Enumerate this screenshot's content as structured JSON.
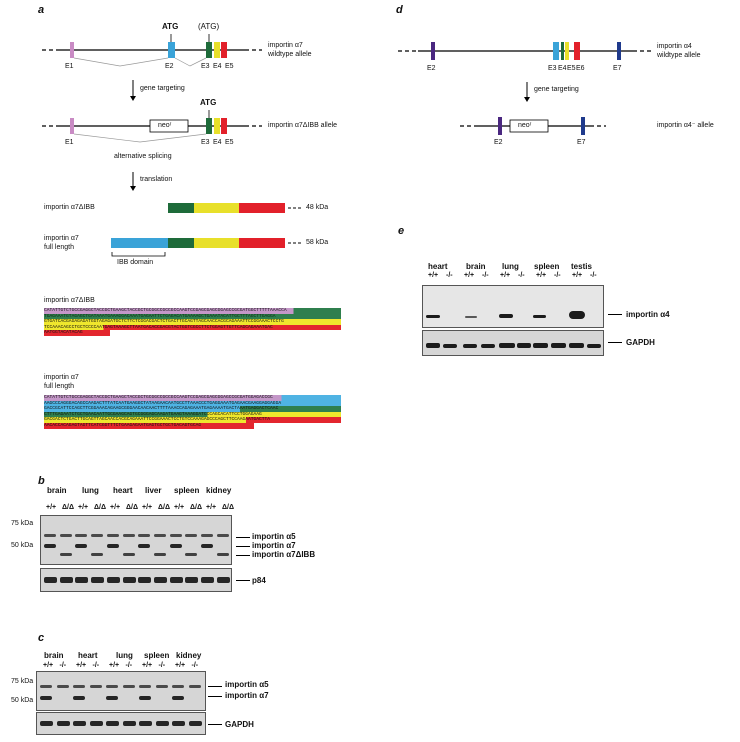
{
  "panels": {
    "a": "a",
    "b": "b",
    "c": "c",
    "d": "d",
    "e": "e"
  },
  "panel_a": {
    "atg": "ATG",
    "atg_paren": "(ATG)",
    "wt_label_1": "importin α7",
    "wt_label_2": "wildtype allele",
    "ibb_allele_label": "importin α7ΔIBB allele",
    "exons_wt": [
      "E1",
      "E2",
      "E3",
      "E4",
      "E5"
    ],
    "exons_ko": [
      "E1",
      "E3",
      "E4",
      "E5"
    ],
    "gene_targeting": "gene targeting",
    "neo": "neoʳ",
    "alt_splicing": "alternative splicing",
    "translation": "translation",
    "protein_ibb_label": "importin α7ΔIBB",
    "protein_ibb_kda": "48 kDa",
    "protein_full_label_1": "importin α7",
    "protein_full_label_2": "full length",
    "protein_full_kda": "58 kDa",
    "ibb_domain": "IBB domain",
    "colors": {
      "e1": "#c98bc4",
      "e2": "#3aa3d8",
      "e3": "#1e6b3a",
      "e4": "#e8e02a",
      "e5": "#e2202a",
      "purple_seq": "#c497c8",
      "blue_seq": "#4fb3e3",
      "green_seq": "#2f7f4e",
      "yellow_seq": "#efe72d",
      "red_seq": "#e3262e"
    }
  },
  "seq_ibb": {
    "title": "importin α7ΔIBB",
    "lines": [
      "CATATTGTCTGCCGAGGCTACCGCTGAAGCTACCGCTGCGGCCGCCGCCAAGTCCGAGCGAGCGGAGCCGCGATGGCTTTTTAAACCA",
      "TGAGAAATGTAGAGCTGATAAATGAAAGGACAAATGAGAATTCTGAGACATGAAAAGCTGAAATACATTGCTTTAGCTTGAGGA",
      "GTGATCACGAGAGAGATGGTAGAGATGCTCTTCTCGGACGACTCTGACTTGCAGTTAGCAACCACGCAGAAATTCCGGAAACTCCTG",
      "TCCAAACAGCCTGCTCCCCAATGAGTAAAGCTTAATGACACCGACGTACTGGTCGCCTTCTGGAGTTGTTCAGCAGAAATGAC",
      "AATGGTACATACAG"
    ],
    "colors": [
      "purple",
      "green",
      "yellow",
      "red",
      "red"
    ]
  },
  "seq_full": {
    "title_1": "importin α7",
    "title_2": "full length",
    "lines": [
      "CATATTGTCTGCCGAGGCTACCGCTGAAGCTACCGCTGCGGCCGCCGCCAAGTCCGAGCGAGCGGAGCCGCGATGGAGACCGC",
      "AAGCCCAGGGACAGCCAAGACTTTATCAATGAAGGCTATAAGAACAATGCCTTAAACCCTGAGGAAATGAGAACGAAGGAGGAGGA",
      "GACCGCATTCCAGCTTCGGAAACAGAAGCGGGAACAACAACTTTTAAACCAGAGAAATGAGAAAATGACTAAATGAGGACTCAAC",
      "CTTTGAGAATCTGCTGAACAATTGCGAAGCAGTGCGGGAGCAAGATGAAGTAAAGGATCCCAGCACATTCCTGGAGAAG",
      "GACGACTCTGACTTGCAGTTAGCAACCACGCAGAAATTCCGGAAACTCCTGTCCAAAGAGCCCAGCTTCCAAGAATGACTTA",
      "AACACCACAGAGTAGTTCATCGGTTTCTGAAGAGAATGAGTGCTGCTGACAGTGCAG"
    ]
  },
  "panel_b": {
    "lanes": [
      "brain",
      "lung",
      "heart",
      "liver",
      "spleen",
      "kidney"
    ],
    "genotypes": [
      "+/+",
      "Δ/Δ"
    ],
    "markers": [
      "75 kDa",
      "50 kDa"
    ],
    "bands": [
      "importin α5",
      "importin α7",
      "importin α7ΔIBB"
    ],
    "loading": "p84"
  },
  "panel_c": {
    "lanes": [
      "brain",
      "heart",
      "lung",
      "spleen",
      "kidney"
    ],
    "genotypes": [
      "+/+",
      "-/-"
    ],
    "markers": [
      "75 kDa",
      "50 kDa"
    ],
    "bands": [
      "importin α5",
      "importin α7"
    ],
    "loading": "GAPDH"
  },
  "panel_d": {
    "wt_label_1": "importin α4",
    "wt_label_2": "wildtype allele",
    "exons_wt": [
      "E2",
      "E3",
      "E4",
      "E5",
      "E6",
      "E7"
    ],
    "gene_targeting": "gene targeting",
    "ko_label": "importin α4⁻ allele",
    "neo": "neoʳ",
    "exons_ko": [
      "E2",
      "E7"
    ]
  },
  "panel_e": {
    "lanes": [
      "heart",
      "brain",
      "lung",
      "spleen",
      "testis"
    ],
    "genotypes": [
      "+/+",
      "-/-"
    ],
    "bands": [
      "importin α4",
      "GAPDH"
    ]
  }
}
